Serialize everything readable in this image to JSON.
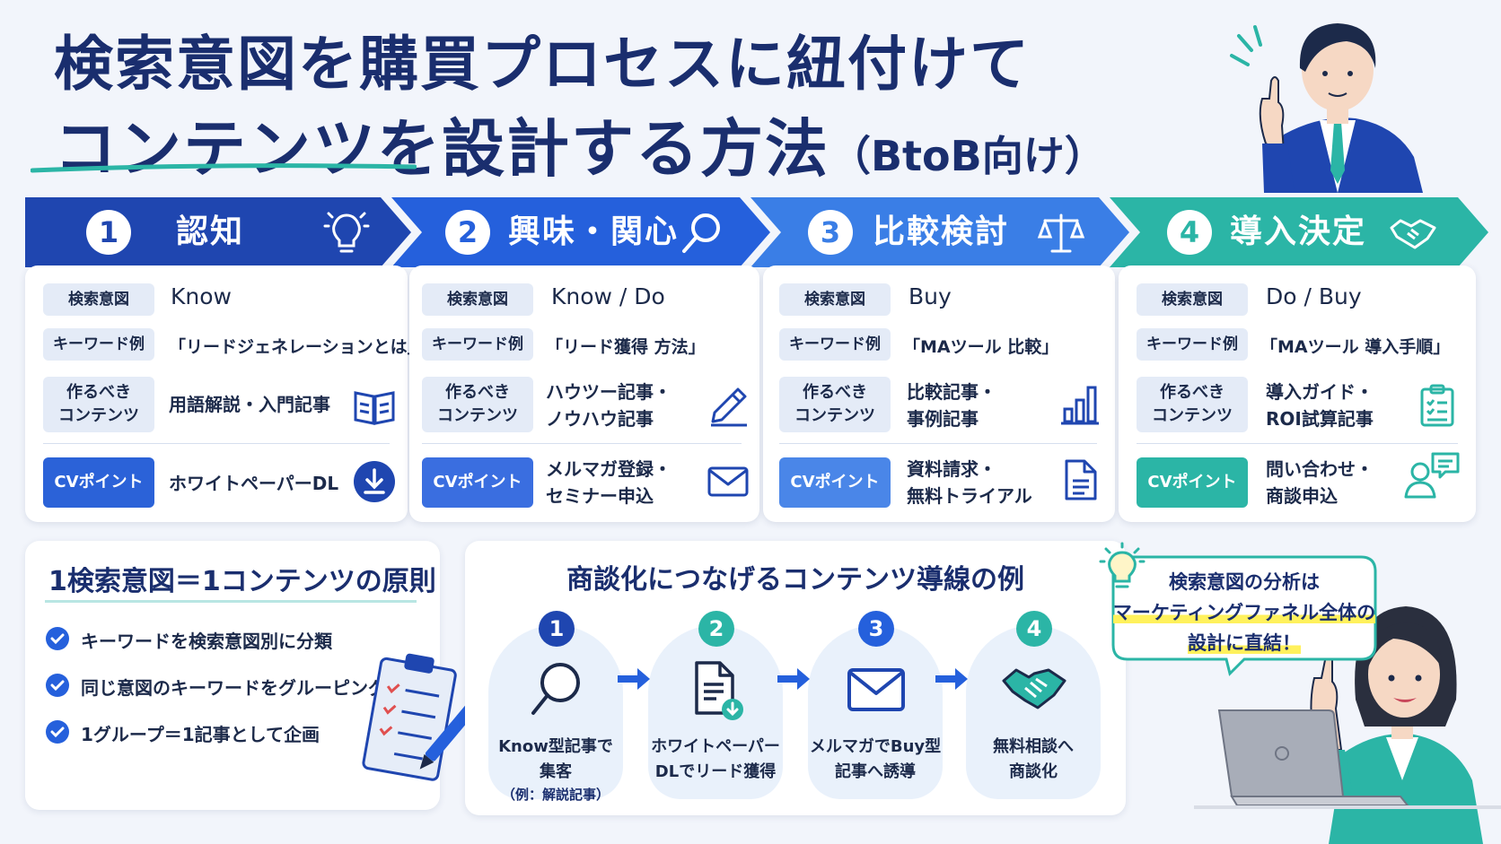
{
  "title": {
    "line1": "検索意図を購買プロセスに紐付けて",
    "line2_main": "コンテンツを設計する方法",
    "line2_sub": "（BtoB向け）"
  },
  "colors": {
    "stage1": "#1f46b0",
    "stage2": "#2560dc",
    "stage3": "#3a7ee6",
    "stage4": "#2bb5a6",
    "navy": "#1a2e6e",
    "teal": "#2bb5a6"
  },
  "row_labels": {
    "intent": "検索意図",
    "keyword": "キーワード例",
    "content_line1": "作るべき",
    "content_line2": "コンテンツ",
    "cv": "CVポイント"
  },
  "stages": [
    {
      "num": "1",
      "label": "認知",
      "icon": "lightbulb-icon",
      "intent": "Know",
      "keyword": "「リードジェネレーションとは」",
      "content": [
        "用語解説・入門記事"
      ],
      "content_icon": "book-icon",
      "cv": [
        "ホワイトペーパーDL"
      ],
      "cv_icon": "download-icon"
    },
    {
      "num": "2",
      "label": "興味・関心",
      "icon": "magnifier-icon",
      "intent": "Know / Do",
      "keyword": "「リード獲得 方法」",
      "content": [
        "ハウツー記事・",
        "ノウハウ記事"
      ],
      "content_icon": "pencil-icon",
      "cv": [
        "メルマガ登録・",
        "セミナー申込"
      ],
      "cv_icon": "mail-icon"
    },
    {
      "num": "3",
      "label": "比較検討",
      "icon": "scale-icon",
      "intent": "Buy",
      "keyword": "「MAツール 比較」",
      "content": [
        "比較記事・",
        "事例記事"
      ],
      "content_icon": "bar-chart-icon",
      "cv": [
        "資料請求・",
        "無料トライアル"
      ],
      "cv_icon": "document-icon"
    },
    {
      "num": "4",
      "label": "導入決定",
      "icon": "handshake-icon",
      "intent": "Do / Buy",
      "keyword": "「MAツール 導入手順」",
      "content": [
        "導入ガイド・",
        "ROI試算記事"
      ],
      "content_icon": "checklist-icon",
      "cv": [
        "問い合わせ・",
        "商談申込"
      ],
      "cv_icon": "chat-person-icon"
    }
  ],
  "principle": {
    "title": "1検索意図＝1コンテンツの原則",
    "items": [
      "キーワードを検索意図別に分類",
      "同じ意図のキーワードをグルーピング",
      "1グループ＝1記事として企画"
    ]
  },
  "flow": {
    "title": "商談化につなげるコンテンツ導線の例",
    "steps": [
      {
        "num": "1",
        "lines": [
          "Know型記事で",
          "集客"
        ],
        "sub": "（例：解説記事）",
        "icon": "magnifier-icon"
      },
      {
        "num": "2",
        "lines": [
          "ホワイトペーパー",
          "DLでリード獲得"
        ],
        "sub": "",
        "icon": "document-download-icon"
      },
      {
        "num": "3",
        "lines": [
          "メルマガでBuy型",
          "記事へ誘導"
        ],
        "sub": "",
        "icon": "mail-icon"
      },
      {
        "num": "4",
        "lines": [
          "無料相談へ",
          "商談化"
        ],
        "sub": "",
        "icon": "handshake-icon"
      }
    ]
  },
  "bubble": {
    "line1": "検索意図の分析は",
    "line2": "マーケティングファネル全体の",
    "line3": "設計に直結！"
  }
}
